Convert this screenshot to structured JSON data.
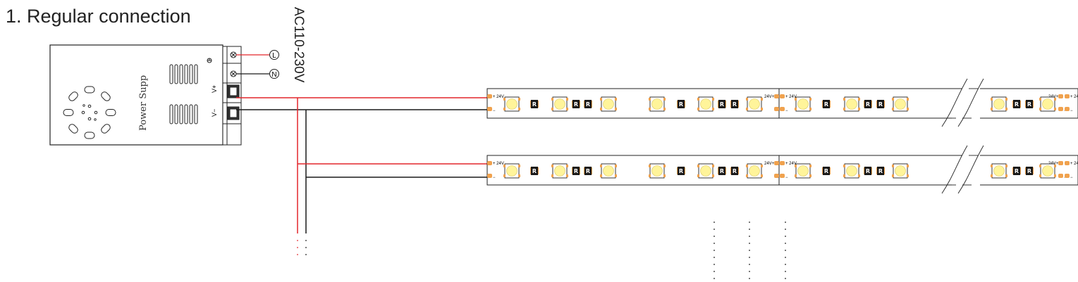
{
  "title": "1. Regular connection",
  "power_supply": {
    "label": "Power Supp",
    "input_voltage": "AC110-230V",
    "terminal_v_plus": "V+",
    "terminal_v_minus": "V−",
    "line_marker": "L",
    "neutral_marker": "N"
  },
  "strip": {
    "plus_label": "+ 24V",
    "plus_label_end": "24V+",
    "minus_label": "−",
    "resistor_label": "R"
  },
  "colors": {
    "positive_wire": "#e3262b",
    "negative_wire": "#1a1a1a",
    "led_fill": "#fff49a",
    "pad": "#f0a24e"
  },
  "icons": [
    "ground-symbol-icon",
    "fan-vent-icon",
    "terminal-screw-icon",
    "strip-break-icon",
    "continuation-dots-icon"
  ]
}
